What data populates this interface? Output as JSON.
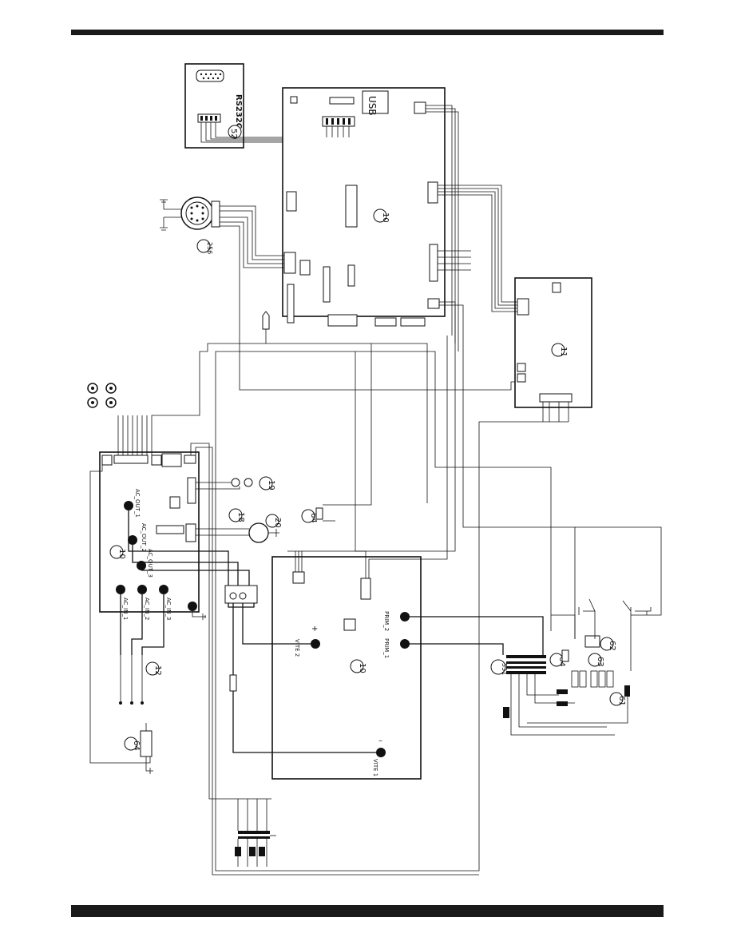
{
  "boards": {
    "main_board": {
      "ref": "10",
      "usb_label": "USB"
    },
    "aux_board": {
      "ref": "11"
    },
    "power_board": {
      "ref": "10",
      "outputs": [
        "AC_OUT_1",
        "AC_OUT_2",
        "AC_OUT_3"
      ],
      "inputs": [
        "AC_IN_1",
        "AC_IN_2",
        "AC_IN_3"
      ]
    },
    "driver_board": {
      "ref": "10",
      "terminals": [
        "PRIM_2",
        "PRIM_1",
        "VITE 2",
        "VITE 1"
      ]
    }
  },
  "components": {
    "rs232": {
      "label": "RS232C",
      "ref": "52"
    },
    "round_connector": {
      "ref": "256"
    },
    "terminal_box": {
      "ref": "12"
    },
    "fuse": {
      "ref": "64"
    },
    "motor": {
      "ref": "20"
    },
    "sensor_a": {
      "ref": "18"
    },
    "sensor_b": {
      "ref": "19"
    },
    "fuse_small": {
      "ref": "64"
    },
    "transformer": {
      "ref": "531"
    },
    "switch_a": {
      "ref": "62"
    },
    "switch_b": {
      "ref": "63"
    },
    "fuse_right": {
      "ref": "64"
    },
    "thermostat": {
      "ref": "61"
    }
  },
  "signs": {
    "plus": "+",
    "minus": "–"
  }
}
